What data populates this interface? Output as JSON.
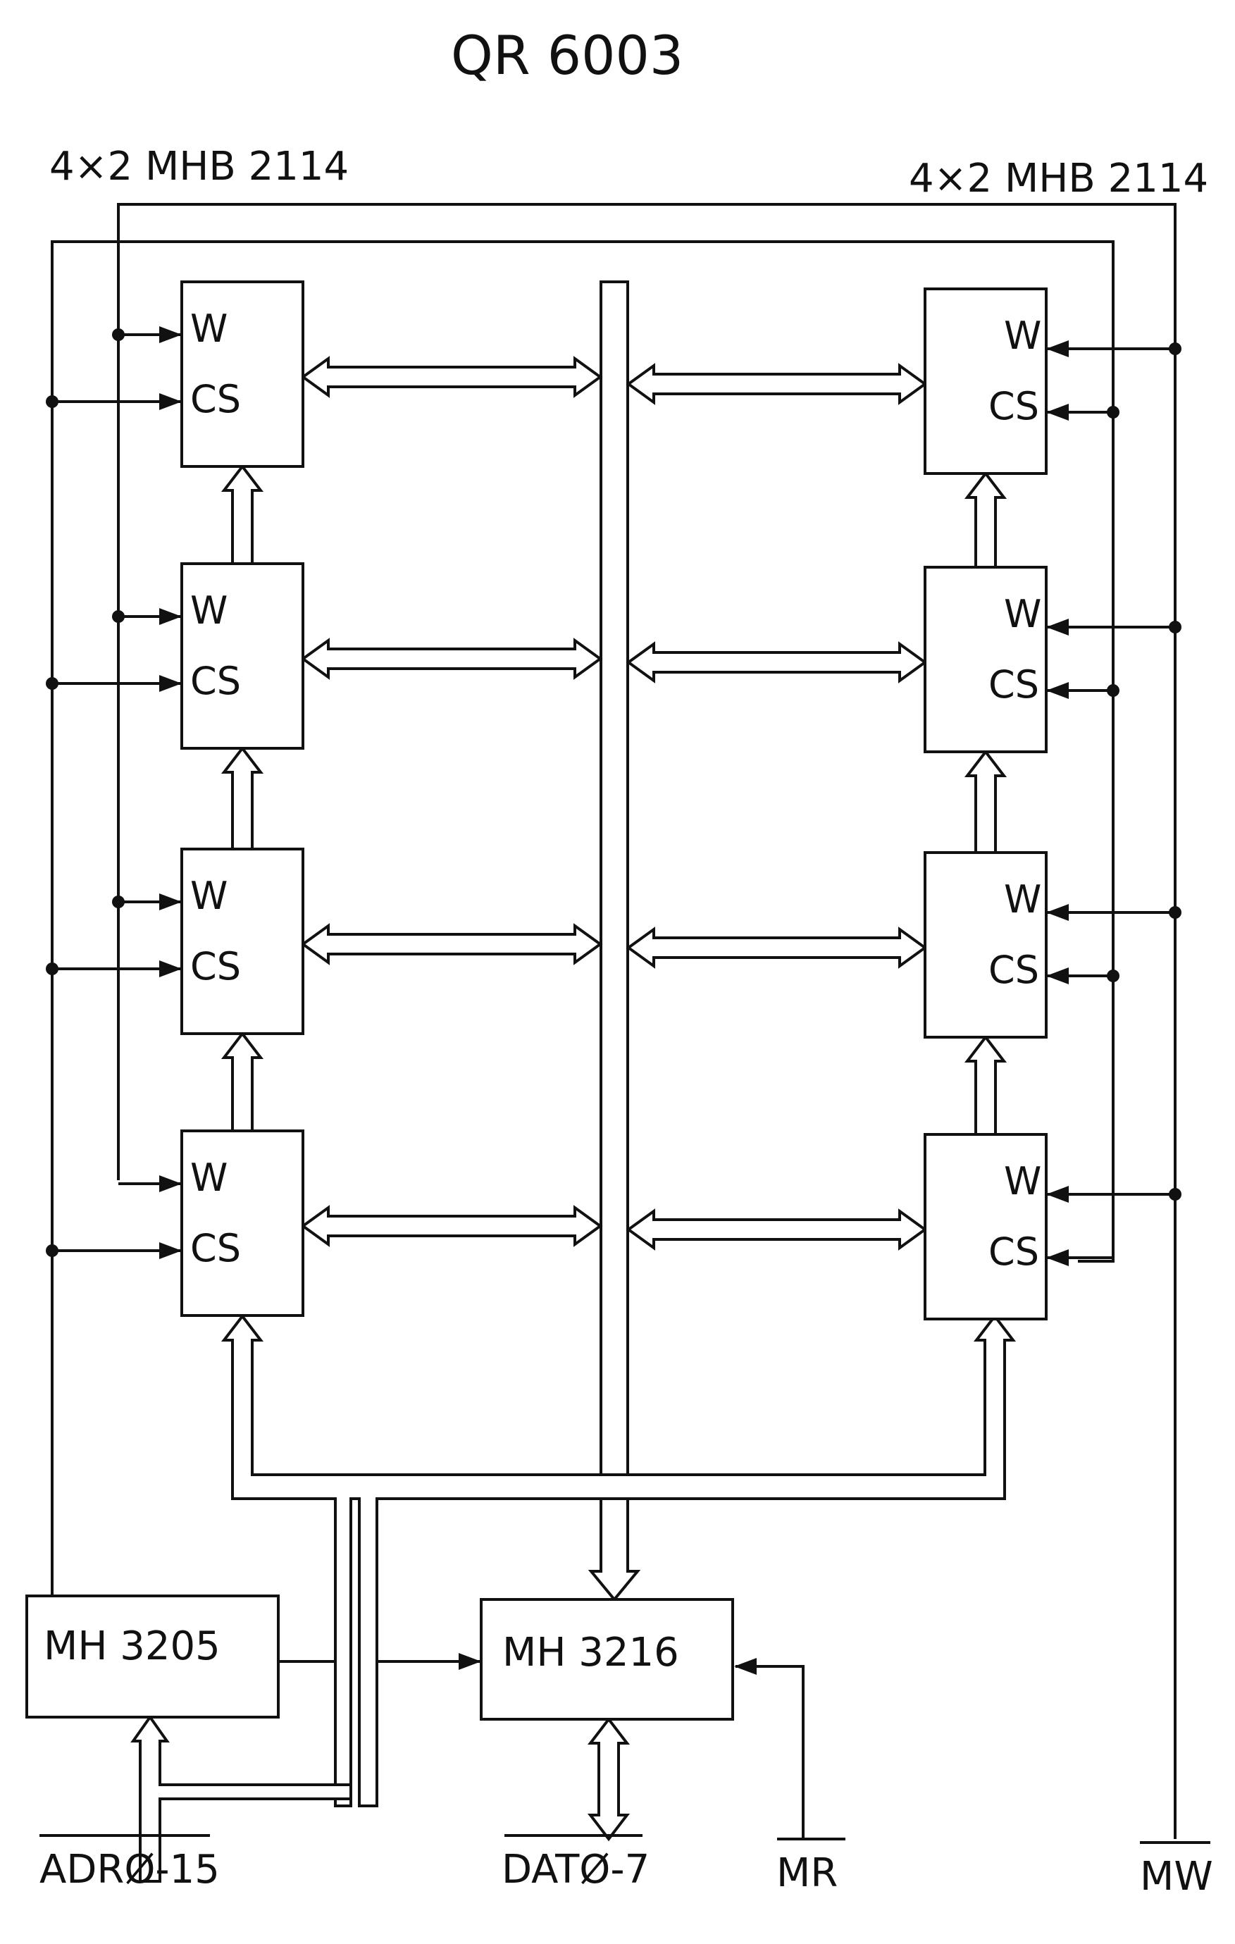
{
  "title": "QR 6003",
  "left_group_label": "4×2 MHB 2114",
  "right_group_label": "4×2 MHB 2114",
  "memory_chip": {
    "pin_w": "W",
    "pin_cs": "CS"
  },
  "decoder_chip": "MH 3205",
  "buffer_chip": "MH 3216",
  "signals": {
    "address_bus": "ADRØ-15",
    "data_bus": "DATØ-7",
    "memory_read": "MR",
    "memory_write": "MW"
  }
}
